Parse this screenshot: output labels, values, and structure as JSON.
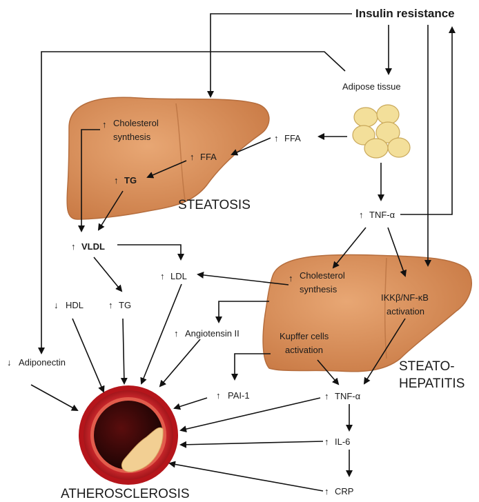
{
  "labels": {
    "insulin_resistance": "Insulin resistance",
    "adipose_tissue": "Adipose tissue",
    "cholesterol_synthesis_top_1": "Cholesterol",
    "cholesterol_synthesis_top_2": "synthesis",
    "ffa_liver": "FFA",
    "ffa_adipose": "FFA",
    "tg_liver": "TG",
    "steatosis": "STEATOSIS",
    "tnf_alpha_top": "TNF-α",
    "vldl": "VLDL",
    "ldl": "LDL",
    "hdl": "HDL",
    "tg_blood": "TG",
    "cholesterol_synthesis_bottom_1": "Cholesterol",
    "cholesterol_synthesis_bottom_2": "synthesis",
    "ikk_1": "IKKβ/NF-κB",
    "ikk_2": "activation",
    "angiotensin": "Angiotensin II",
    "kupffer_1": "Kupffer cells",
    "kupffer_2": "activation",
    "adiponectin": "Adiponectin",
    "pai1": "PAI-1",
    "steatohepatitis_1": "STEATO-",
    "steatohepatitis_2": "HEPATITIS",
    "tnf_alpha_bottom": "TNF-α",
    "il6": "IL-6",
    "crp": "CRP",
    "atherosclerosis": "ATHEROSCLEROSIS"
  },
  "icons": {
    "up": "up-arrow-icon",
    "down": "down-arrow-icon"
  },
  "colors": {
    "liver": "#d98f5c",
    "liver_edge": "#b56d3d",
    "fat_cell": "#f3df9a",
    "vessel_wall": "#c8262b",
    "plaque": "#f2cf93",
    "lumen": "#3a0a0a"
  }
}
